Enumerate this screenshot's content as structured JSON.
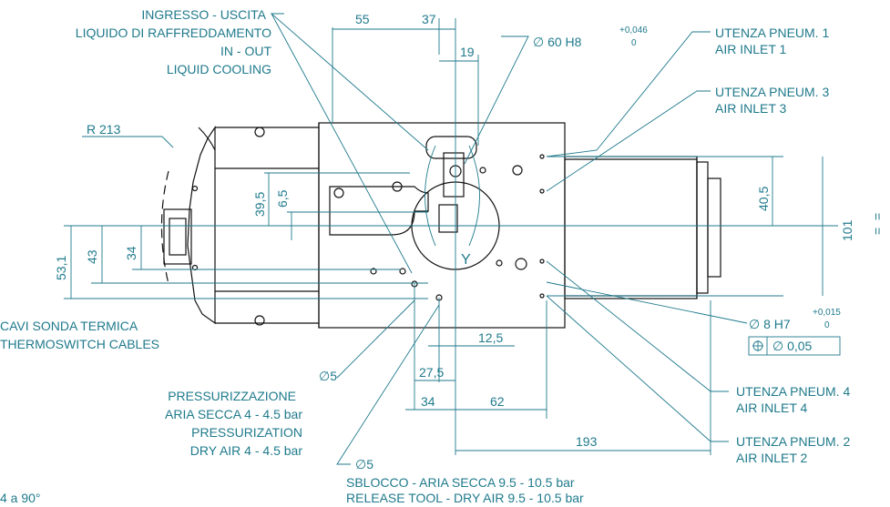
{
  "colors": {
    "annotation": "#1f7a8c",
    "outline": "#111111",
    "background": "#ffffff"
  },
  "labels": {
    "ingresso_1": "INGRESSO - USCITA",
    "ingresso_2": "LIQUIDO DI RAFFREDDAMENTO",
    "ingresso_3": "IN - OUT",
    "ingresso_4": "LIQUID COOLING",
    "r213": "R 213",
    "cavi_1": "CAVI SONDA TERMICA",
    "cavi_2": "THERMOSWITCH CABLES",
    "pressur_1": "PRESSURIZZAZIONE",
    "pressur_2": "ARIA SECCA 4 - 4.5 bar",
    "pressur_3": "PRESSURIZATION",
    "pressur_4": "DRY AIR 4 - 4.5 bar",
    "phi5_a": "∅5",
    "phi5_b": "∅5",
    "sblocco_1": "SBLOCCO - ARIA SECCA 9.5 - 10.5 bar",
    "sblocco_2": "RELEASE TOOL - DRY AIR 9.5 - 10.5 bar",
    "bottom_left": "4 a 90°",
    "utenza1_1": "UTENZA PNEUM. 1",
    "utenza1_2": "AIR INLET 1",
    "utenza3_1": "UTENZA PNEUM. 3",
    "utenza3_2": "AIR INLET 3",
    "utenza4_1": "UTENZA PNEUM. 4",
    "utenza4_2": "AIR INLET 4",
    "utenza2_1": "UTENZA PNEUM. 2",
    "utenza2_2": "AIR INLET 2",
    "phi60": "∅ 60 H8",
    "phi60_tol_up": "+0,046",
    "phi60_tol_low": "0",
    "phi8": "∅ 8 H7",
    "phi8_tol_up": "+0,015",
    "phi8_tol_low": "0",
    "tol_frame": "∅ 0,05",
    "y_label": "Y"
  },
  "dimensions": {
    "d55": "55",
    "d37": "37",
    "d19": "19",
    "d39_5": "39,5",
    "d6_5": "6,5",
    "d53_1": "53,1",
    "d43": "43",
    "d34_v": "34",
    "d40_5": "40,5",
    "d101": "101",
    "d12_5": "12,5",
    "d27_5": "27,5",
    "d34_h": "34",
    "d62": "62",
    "d193": "193",
    "equal": "=",
    "equal2": "="
  }
}
